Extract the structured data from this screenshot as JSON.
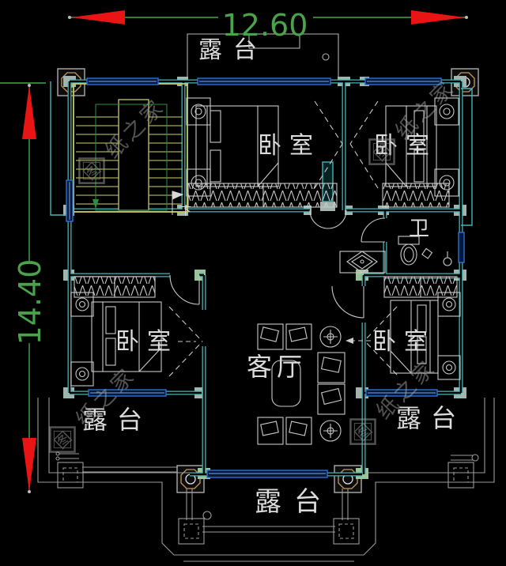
{
  "drawing": {
    "type": "residential-floor-plan",
    "colors": {
      "background": "#000000",
      "dimension_green": "#4aa34a",
      "arrow_red": "#e91515",
      "wall_teal": "#45b5b5",
      "window_blue": "#2e6fd6",
      "stair_yellow": "#c9c95e",
      "stair_green": "#2f9040",
      "furniture_gray": "#c9c9c9",
      "label_white": "#dcdcdc",
      "watermark_gray": "#a0a0a0",
      "pad_gray": "#a2b4ae",
      "column_tan": "#c89858"
    }
  },
  "dimensions": {
    "width_label": "12.60",
    "height_label": "14.40"
  },
  "rooms": [
    {
      "id": "terrace-top",
      "label": "露台"
    },
    {
      "id": "bedroom-top-middle",
      "label": "卧室"
    },
    {
      "id": "bedroom-top-right",
      "label": "卧室"
    },
    {
      "id": "bathroom",
      "label": "卫"
    },
    {
      "id": "bedroom-bottom-left",
      "label": "卧室"
    },
    {
      "id": "living-room",
      "label": "客厅"
    },
    {
      "id": "bedroom-bottom-right",
      "label": "卧室"
    },
    {
      "id": "terrace-bottom-left",
      "label": "露台"
    },
    {
      "id": "terrace-bottom-right",
      "label": "露台"
    },
    {
      "id": "terrace-bottom-center",
      "label": "露台"
    }
  ],
  "stairs": {
    "direction_label": "下"
  },
  "watermark": {
    "full_text": "图纸之家",
    "logo_char": "图",
    "tail_text": "纸之家"
  }
}
